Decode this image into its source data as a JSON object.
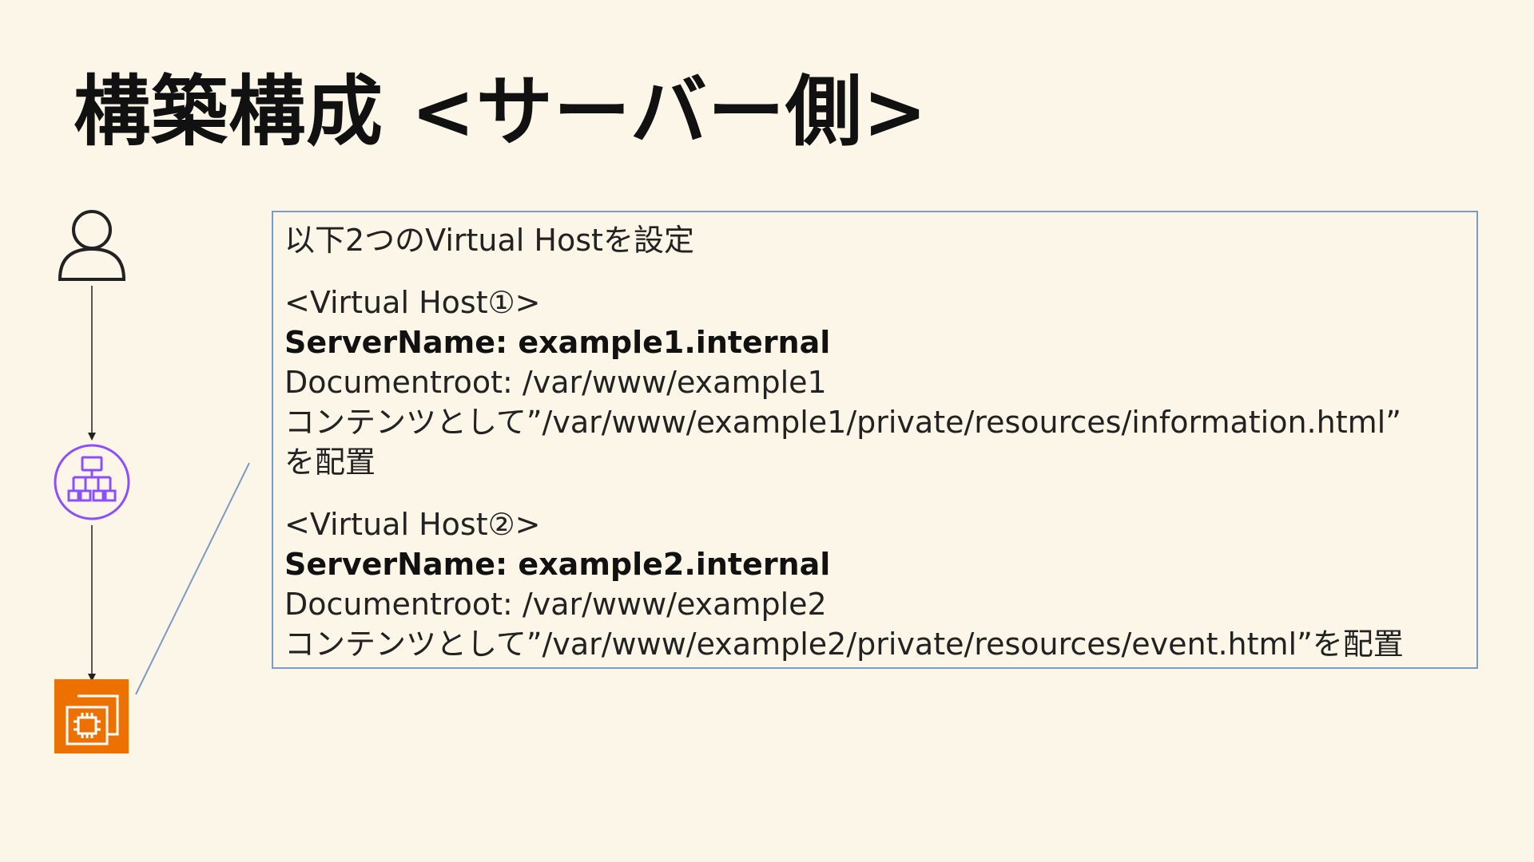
{
  "slide": {
    "title": "構築構成 <サーバー側>"
  },
  "diagram": {
    "nodes": [
      {
        "id": "user",
        "icon": "user-icon",
        "color": "#222222"
      },
      {
        "id": "load-balancer",
        "icon": "load-balancer-icon",
        "color": "#8c4fff"
      },
      {
        "id": "ec2",
        "icon": "ec2-instance-icon",
        "color": "#ed7100"
      }
    ],
    "edge_color": "#222222",
    "callout_color": "#7a9cc4"
  },
  "info": {
    "heading": "以下2つのVirtual Hostを設定",
    "hosts": [
      {
        "label": "<Virtual Host①>",
        "server_name": "ServerName: example1.internal",
        "document_root": "Documentroot: /var/www/example1",
        "content_line1": "コンテンツとして”/var/www/example1/private/resources/information.html”",
        "content_line2": "を配置"
      },
      {
        "label": "<Virtual Host②>",
        "server_name": "ServerName: example2.internal",
        "document_root": "Documentroot: /var/www/example2",
        "content_line1": "コンテンツとして”/var/www/example2/private/resources/event.html”を配置"
      }
    ]
  }
}
